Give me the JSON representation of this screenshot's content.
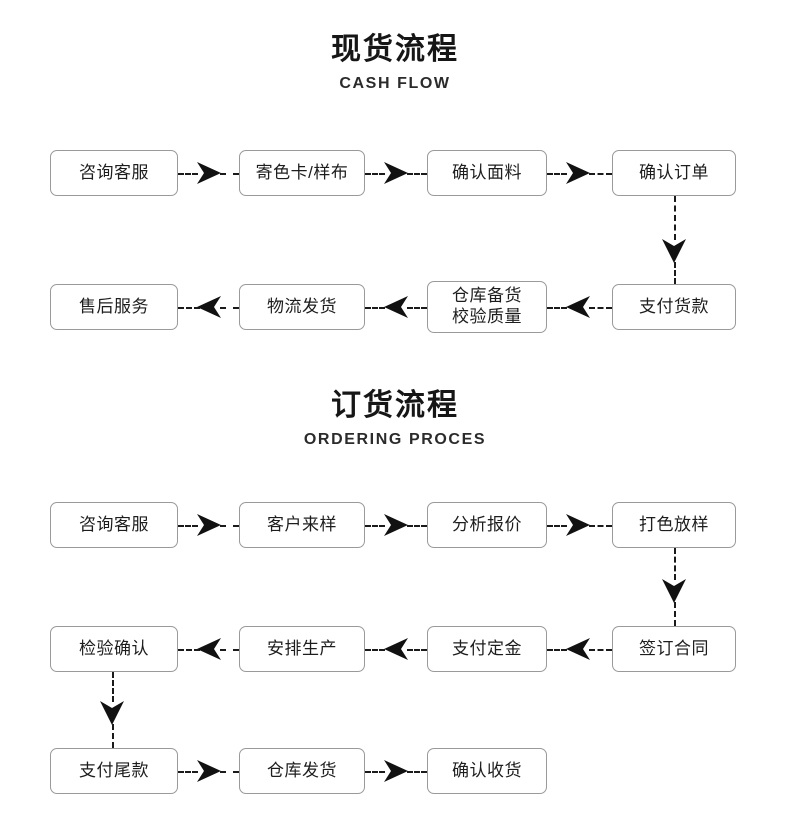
{
  "page": {
    "background": "#ffffff",
    "box_border_color": "#9a9a9a",
    "line_color": "#1a1a1a",
    "text_color": "#1d1d1d"
  },
  "sections": [
    {
      "id": "cash-flow",
      "title_cn": "现货流程",
      "title_en": "CASH FLOW",
      "rows": [
        {
          "direction": "left-to-right",
          "nodes": [
            "咨询客服",
            "寄色卡/样布",
            "确认面料",
            "确认订单"
          ]
        },
        {
          "direction": "right-to-left",
          "nodes": [
            "售后服务",
            "物流发货",
            "仓库备货\n校验质量",
            "支付货款"
          ]
        }
      ],
      "vertical_link": {
        "from": "确认订单",
        "to": "支付货款",
        "column": 4
      }
    },
    {
      "id": "ordering-process",
      "title_cn": "订货流程",
      "title_en": "ORDERING PROCES",
      "rows": [
        {
          "direction": "left-to-right",
          "nodes": [
            "咨询客服",
            "客户来样",
            "分析报价",
            "打色放样"
          ]
        },
        {
          "direction": "right-to-left",
          "nodes": [
            "检验确认",
            "安排生产",
            "支付定金",
            "签订合同"
          ]
        },
        {
          "direction": "left-to-right",
          "nodes": [
            "支付尾款",
            "仓库发货",
            "确认收货"
          ]
        }
      ],
      "vertical_links": [
        {
          "from": "打色放样",
          "to": "签订合同",
          "column": 4
        },
        {
          "from": "检验确认",
          "to": "支付尾款",
          "column": 1
        }
      ]
    }
  ],
  "icons": {
    "arrow_right": "arrow-right-icon",
    "arrow_left": "arrow-left-icon",
    "arrow_down": "arrow-down-icon"
  }
}
